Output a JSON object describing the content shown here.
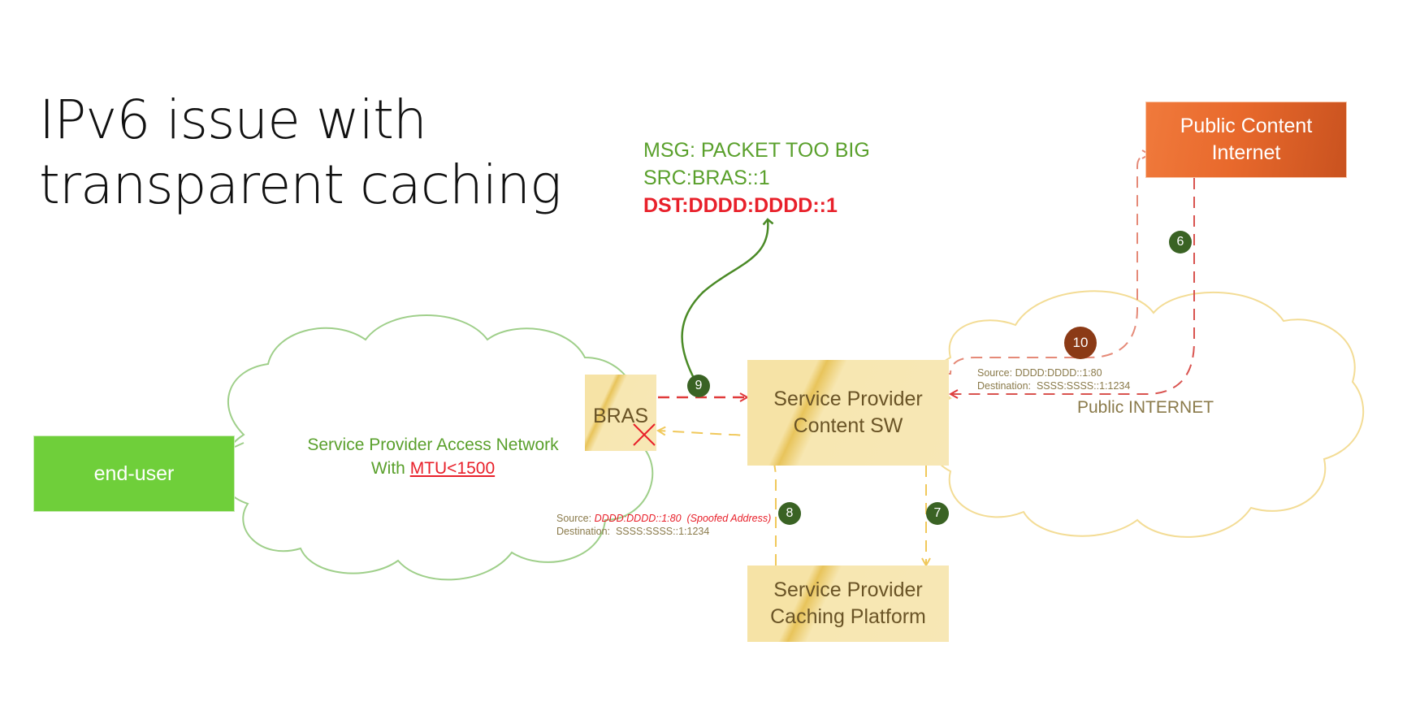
{
  "title": {
    "line1": "IPv6 issue with",
    "line2": "transparent caching"
  },
  "nodes": {
    "end_user": "end-user",
    "public_content": {
      "line1": "Public Content",
      "line2": "Internet"
    },
    "content_sw": {
      "line1": "Service Provider",
      "line2": "Content SW"
    },
    "caching": {
      "line1": "Service Provider",
      "line2": "Caching Platform"
    },
    "bras": "BRAS"
  },
  "clouds": {
    "access_network": {
      "line1": "Service Provider Access Network",
      "line2_prefix": "With ",
      "line2_mtu": "MTU<1500"
    },
    "public_internet": "Public INTERNET"
  },
  "message": {
    "line1": "MSG: PACKET TOO BIG",
    "line2": "SRC:BRAS::1",
    "line3": "DST:DDDD:DDDD::1"
  },
  "annotations": {
    "reply": {
      "source_label": "Source:",
      "source": "DDDD:DDDD::1:80",
      "dest_label": "Destination:",
      "dest": "SSSS:SSSS::1:1234"
    },
    "spoofed": {
      "source_label": "Source:",
      "source": "DDDD:DDDD::1:80",
      "note": "(Spoofed Address)",
      "dest_label": "Destination:",
      "dest": "SSSS:SSSS::1:1234"
    }
  },
  "steps": {
    "s6": "6",
    "s7": "7",
    "s8": "8",
    "s9": "9",
    "s10": "10"
  },
  "colors": {
    "green": "#5aa02c",
    "red": "#e8202a",
    "orange": "#e8692c",
    "cloud_green": "#9fcf8a",
    "cloud_yellow": "#f3dc95",
    "arrow_red": "#d9534f",
    "arrow_yellow": "#f3d27a"
  }
}
